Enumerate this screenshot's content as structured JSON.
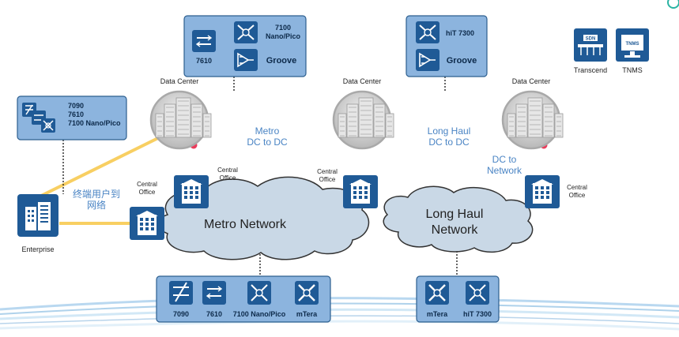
{
  "colors": {
    "panel_fill": "#8cb4de",
    "panel_stroke": "#2d5f8f",
    "icon_blue": "#1f5a96",
    "cloud_fill": "#c9d8e6",
    "cloud_stroke": "#333333",
    "link_yellow": "#f8cf62",
    "label_blue": "#4a84c4",
    "waves": "#5fa6d8"
  },
  "panels": {
    "dc1": {
      "row1_label": "7100\nNano/Pico",
      "label_7610": "7610",
      "groove_label": "Groove"
    },
    "dc2": {
      "row1_label": "hiT 7300",
      "groove_label": "Groove"
    },
    "enterprise": {
      "lines": [
        "7090",
        "7610",
        "7100 Nano/Pico"
      ]
    },
    "metro_devices": [
      "7090",
      "7610",
      "7100 Nano/Pico",
      "mTera"
    ],
    "longhaul_devices": [
      "mTera",
      "hiT 7300"
    ]
  },
  "tools": {
    "transcend_label": "Transcend",
    "transcend_badge": "SDN",
    "tnms_label": "TNMS",
    "tnms_badge": "TNMS"
  },
  "nodes": {
    "dc_label": "Data Center",
    "co_label": "Central\nOffice",
    "enterprise_label": "Enterprise"
  },
  "links": {
    "metro_dc": "Metro\nDC to DC",
    "longhaul_dc": "Long Haul\nDC to DC",
    "dc_network": "DC to\nNetwork",
    "enduser": "终端用户到\n网络"
  },
  "clouds": {
    "metro": "Metro Network",
    "longhaul": "Long Haul\nNetwork"
  }
}
